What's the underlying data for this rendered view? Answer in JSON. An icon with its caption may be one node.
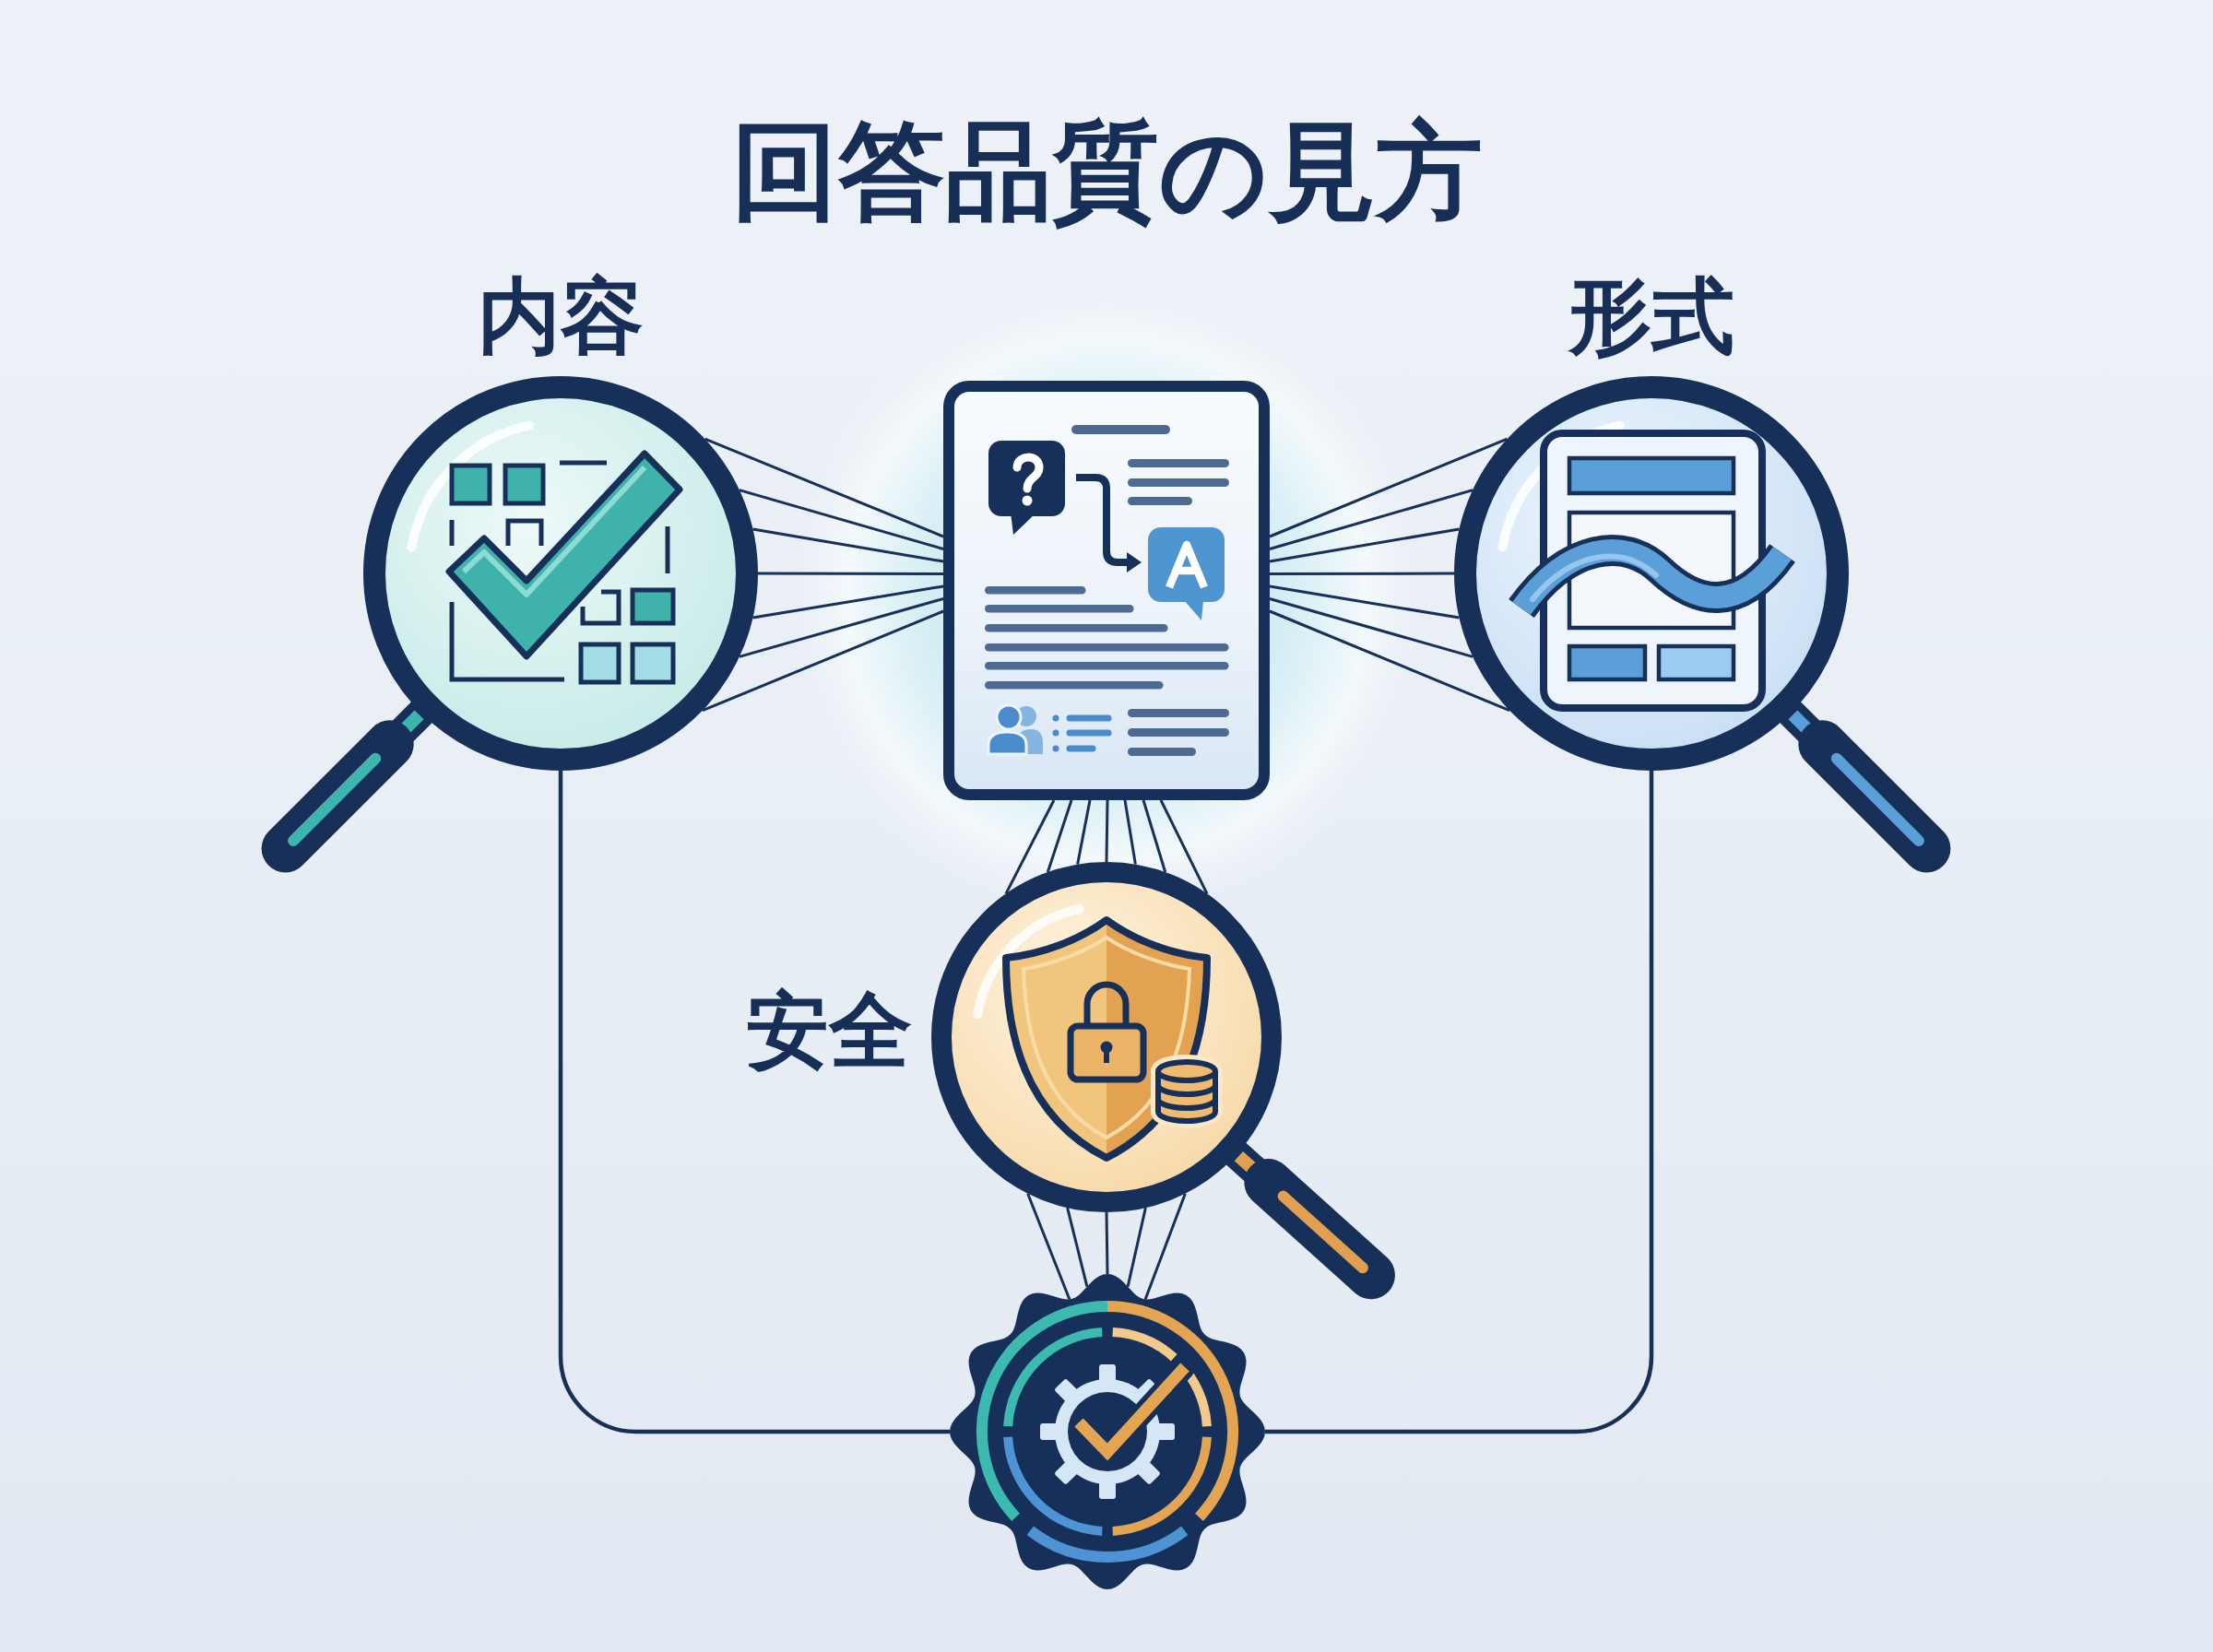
{
  "diagram": {
    "title": "回答品質の見方",
    "nodes": [
      {
        "text": [
          "内容"
        ]
      },
      {
        "text": [],
        "shape": "picture"
      },
      {
        "text": [
          "形式"
        ]
      },
      {
        "text": [
          "安全"
        ]
      },
      {
        "text": [],
        "shape": "picture"
      }
    ],
    "edges": [
      {
        "from": 0,
        "to": 1,
        "arrow": "none"
      },
      {
        "from": 0,
        "to": 1,
        "arrow": "none"
      },
      {
        "from": 0,
        "to": 1,
        "arrow": "none"
      },
      {
        "from": 0,
        "to": 1,
        "arrow": "none"
      },
      {
        "from": 0,
        "to": 1,
        "arrow": "none"
      },
      {
        "from": 0,
        "to": 1,
        "arrow": "none"
      },
      {
        "from": 0,
        "to": 1,
        "arrow": "none"
      },
      {
        "from": 1,
        "to": 2,
        "arrow": "none"
      },
      {
        "from": 1,
        "to": 2,
        "arrow": "none"
      },
      {
        "from": 1,
        "to": 2,
        "arrow": "none"
      },
      {
        "from": 1,
        "to": 2,
        "arrow": "none"
      },
      {
        "from": 1,
        "to": 2,
        "arrow": "none"
      },
      {
        "from": 1,
        "to": 2,
        "arrow": "none"
      },
      {
        "from": 1,
        "to": 2,
        "arrow": "none"
      },
      {
        "from": 1,
        "to": 3,
        "arrow": "none"
      },
      {
        "from": 1,
        "to": 3,
        "arrow": "none"
      },
      {
        "from": 1,
        "to": 3,
        "arrow": "none"
      },
      {
        "from": 1,
        "to": 3,
        "arrow": "none"
      },
      {
        "from": 1,
        "to": 3,
        "arrow": "none"
      },
      {
        "from": 1,
        "to": 3,
        "arrow": "none"
      },
      {
        "from": 1,
        "to": 3,
        "arrow": "none"
      },
      {
        "from": 3,
        "to": 4,
        "arrow": "none"
      },
      {
        "from": 3,
        "to": 4,
        "arrow": "none"
      },
      {
        "from": 3,
        "to": 4,
        "arrow": "none"
      },
      {
        "from": 3,
        "to": 4,
        "arrow": "none"
      },
      {
        "from": 3,
        "to": 4,
        "arrow": "none"
      },
      {
        "from": 0,
        "to": 4,
        "arrow": "none"
      },
      {
        "from": 2,
        "to": 4,
        "arrow": "none"
      }
    ]
  }
}
